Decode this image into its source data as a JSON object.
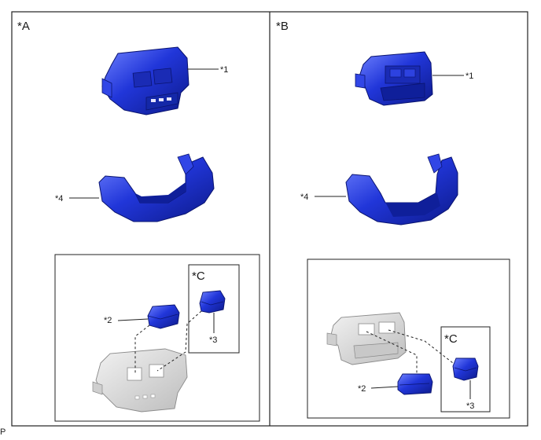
{
  "panels": {
    "a": {
      "label": "*A"
    },
    "b": {
      "label": "*B"
    }
  },
  "callouts": {
    "part1": "*1",
    "part2": "*2",
    "part3": "*3",
    "part4": "*4",
    "detailC": "*C"
  },
  "footer": {
    "code": "P"
  },
  "colors": {
    "part_blue": "#2136d9",
    "part_blue_dark": "#0d1a8a",
    "part_blue_light": "#6f82ff",
    "ghost_gray": "#dcdcdc",
    "ghost_outline": "#9a9a9a"
  }
}
